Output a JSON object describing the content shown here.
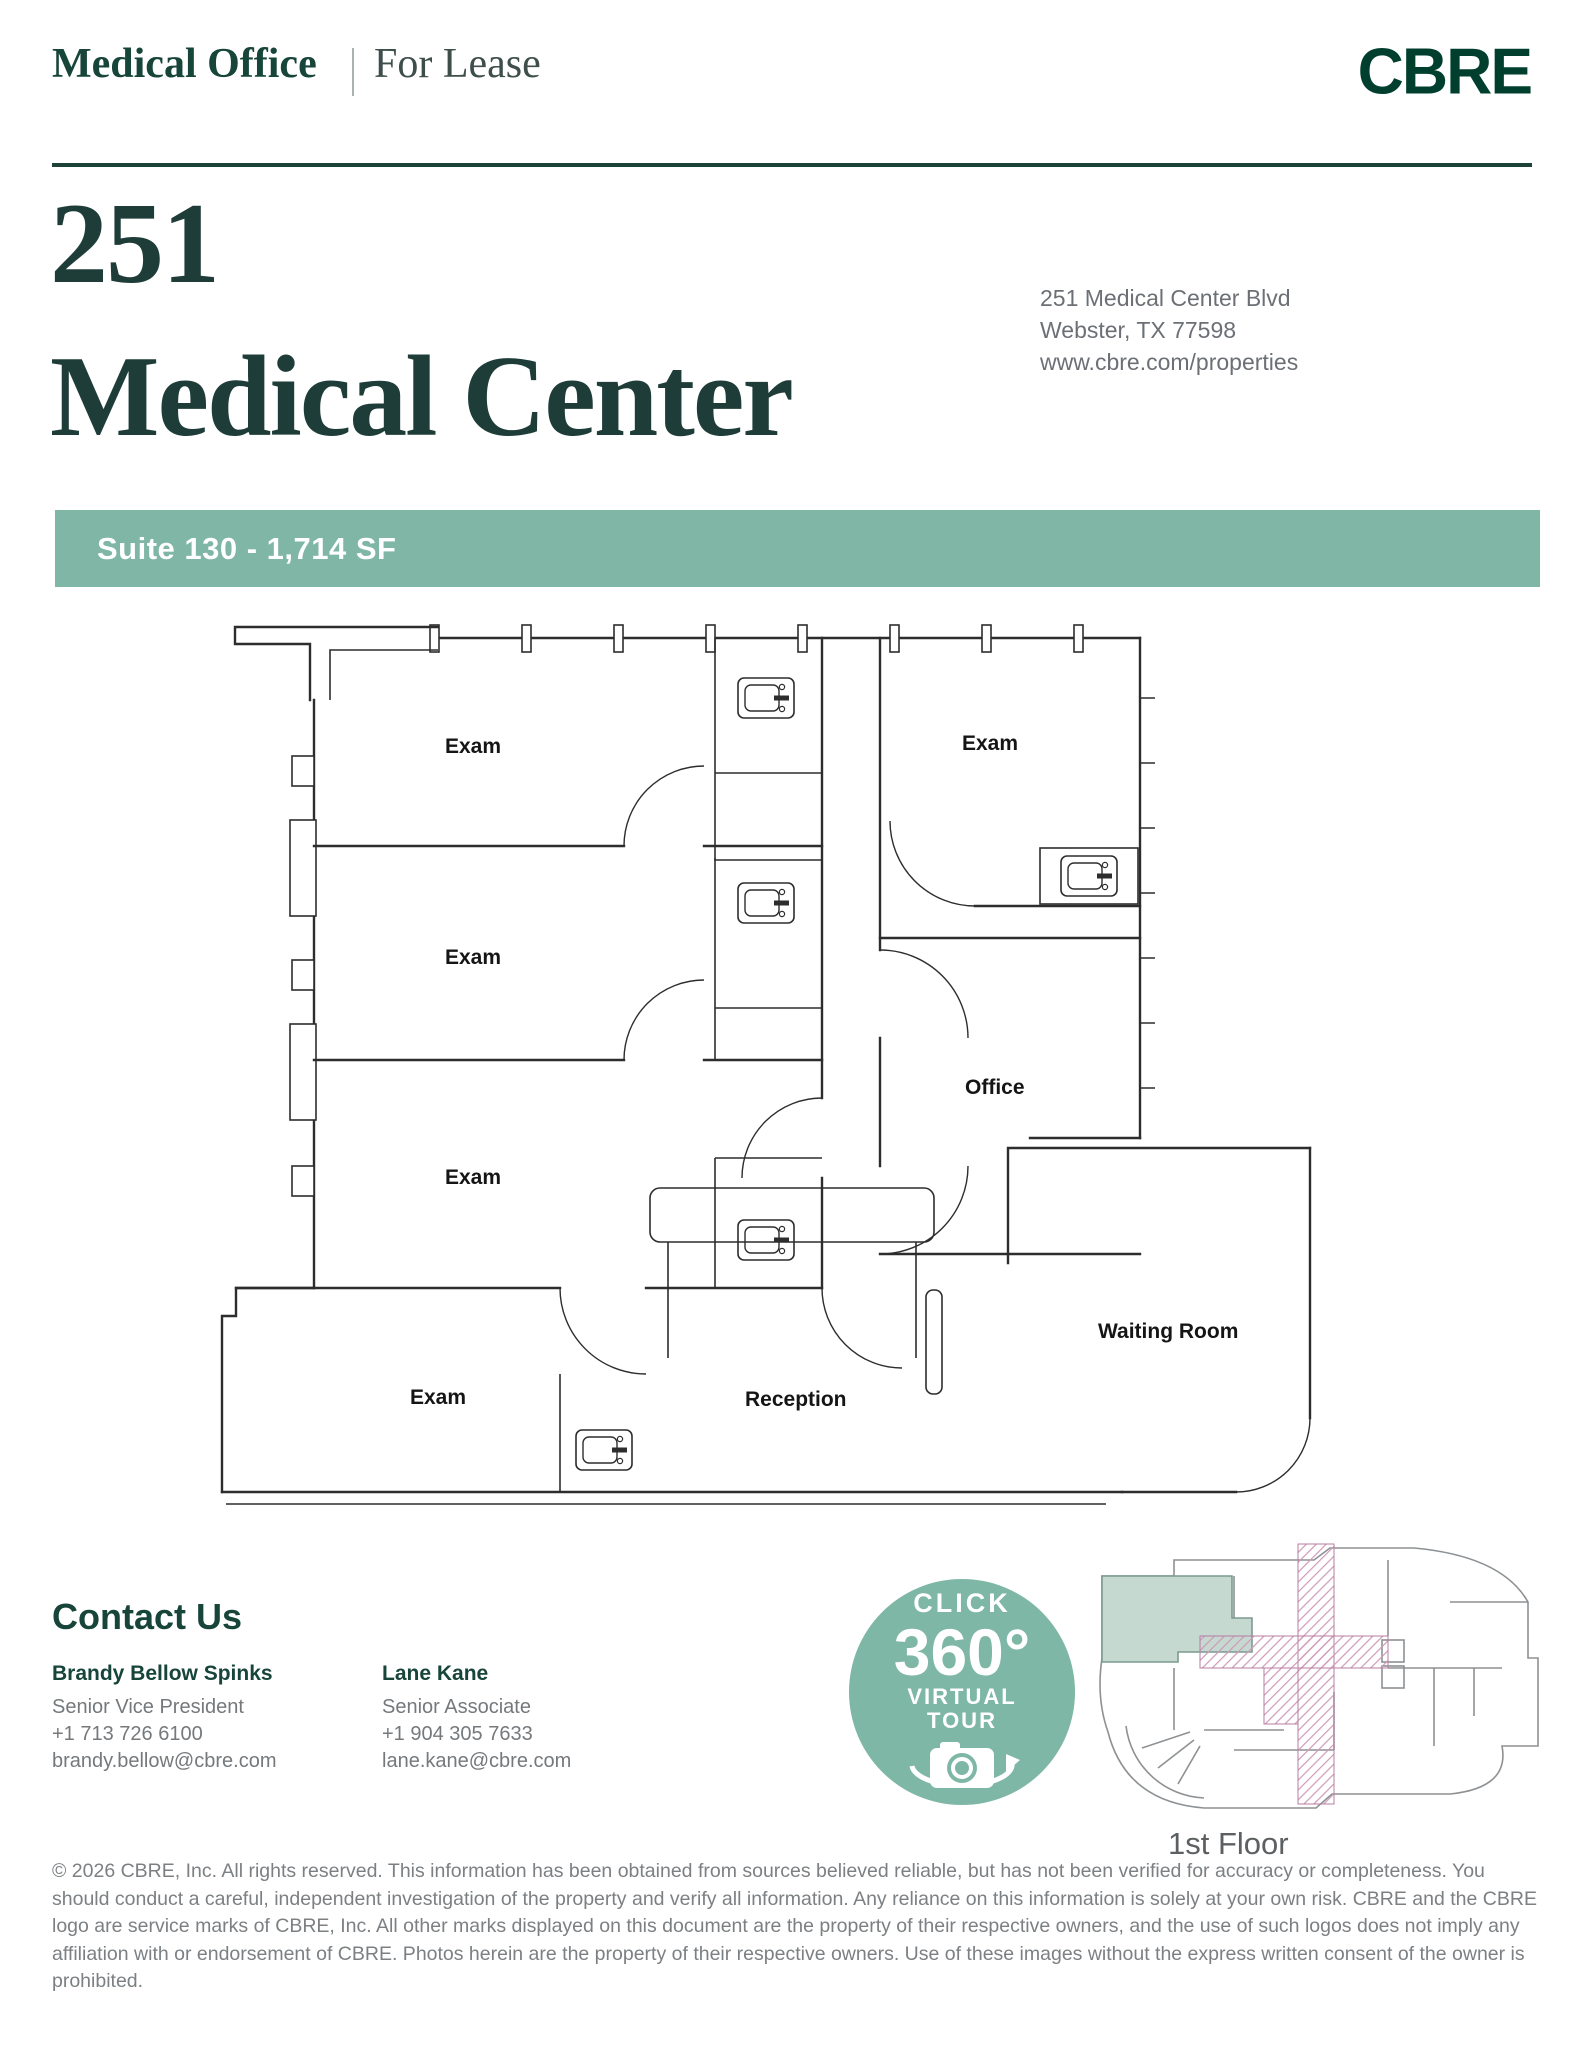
{
  "header": {
    "category": "Medical Office",
    "separator": "|",
    "status": "For Lease",
    "brand": "CBRE"
  },
  "property": {
    "title_line1": "251",
    "title_line2": "Medical Center",
    "address_line1": "251 Medical Center Blvd",
    "address_line2": "Webster, TX 77598",
    "website": "www.cbre.com/properties"
  },
  "banner": {
    "text": "Suite 130 - 1,714 SF"
  },
  "floor_plan": {
    "labels": {
      "exam": "Exam",
      "office": "Office",
      "reception": "Reception",
      "waiting_room": "Waiting Room"
    }
  },
  "tour_badge": {
    "line1": "CLICK",
    "line2": "360°",
    "line3": "VIRTUAL",
    "line4": "TOUR"
  },
  "thumbnail": {
    "caption": "1st Floor"
  },
  "contact": {
    "heading": "Contact Us",
    "people": [
      {
        "name": "Brandy Bellow Spinks",
        "title": "Senior Vice President",
        "phone": "+1 713 726 6100",
        "email": "brandy.bellow@cbre.com"
      },
      {
        "name": "Lane Kane",
        "title": "Senior Associate",
        "phone": "+1 904 305 7633",
        "email": "lane.kane@cbre.com"
      }
    ]
  },
  "disclaimer": "© 2026 CBRE, Inc. All rights reserved. This information has been obtained from sources believed reliable, but has not been verified for accuracy or completeness. You should conduct a careful, independent investigation of the property and verify all information. Any reliance on this information is solely at your own risk. CBRE and the CBRE logo are service marks of CBRE, Inc. All other marks displayed on this document are the property of their respective owners, and the use of such logos does not imply any affiliation with or endorsement of CBRE. Photos herein are the property of their respective owners. Use of these images without the express written consent of the owner is prohibited.",
  "colors": {
    "brand_green": "#003f2d",
    "heading_green": "#17453a",
    "title_teal": "#1e3c38",
    "banner_green": "#7fb6a5",
    "badge_green": "#7fb7a6",
    "text_gray": "#75797c",
    "suite_highlight": "#c5d9d0",
    "corridor_pink": "#cf9ab8"
  }
}
